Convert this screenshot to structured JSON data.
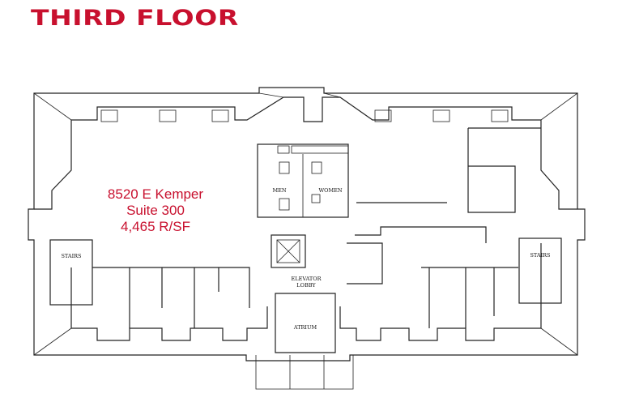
{
  "title": "THIRD FLOOR",
  "suite": {
    "line1": "8520 E Kemper",
    "line2": "Suite 300",
    "line3": "4,465 R/SF"
  },
  "rooms": {
    "stairs_left": "STAIRS",
    "stairs_right": "STAIRS",
    "men": "MEN",
    "women": "WOMEN",
    "elevator_line1": "ELEVATOR",
    "elevator_line2": "LOBBY",
    "atrium": "ATRIUM"
  },
  "colors": {
    "accent": "#c8102e",
    "lines": "#222222"
  }
}
